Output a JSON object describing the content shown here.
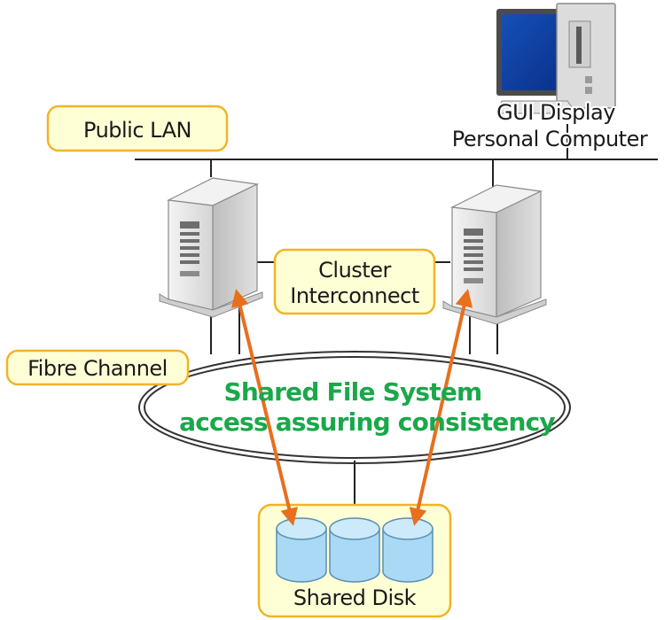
{
  "labels": {
    "public_lan": "Public LAN",
    "gui_display_line1": "GUI Display",
    "gui_display_line2": "Personal Computer",
    "cluster_line1": "Cluster",
    "cluster_line2": "Interconnect",
    "fibre_channel": "Fibre Channel",
    "shared_fs_line1": "Shared File System",
    "shared_fs_line2": "access assuring consistency",
    "shared_disk": "Shared Disk"
  },
  "colors": {
    "label_box_fill": "#ffffd6",
    "label_box_stroke": "#f0b428",
    "arrow": "#e86f1e",
    "green_text": "#1aa84a",
    "disk_fill": "#a9d9f5",
    "server_body": "#e3e3e3",
    "line": "#222222"
  },
  "icons": [
    "personal-computer-icon",
    "server-icon",
    "disk-cylinder-icon"
  ]
}
